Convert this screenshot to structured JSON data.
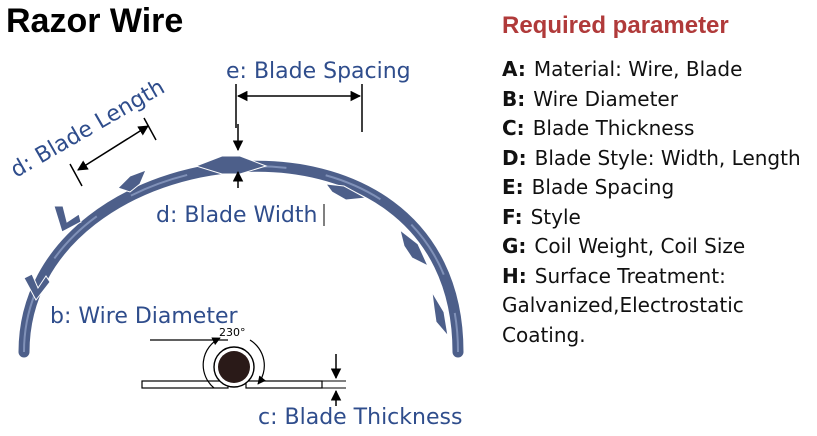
{
  "title": "Razor Wire",
  "colors": {
    "title_accent": "#b03a3a",
    "wire": "#4d5f8a",
    "label": "#2f4d8c",
    "core": "#2a1a18"
  },
  "parameters": {
    "heading": "Required parameter",
    "items": [
      {
        "key": "A:",
        "text": "Material: Wire, Blade"
      },
      {
        "key": "B:",
        "text": "Wire Diameter"
      },
      {
        "key": "C:",
        "text": "Blade Thickness"
      },
      {
        "key": "D:",
        "text": "Blade Style: Width, Length"
      },
      {
        "key": "E:",
        "text": "Blade Spacing"
      },
      {
        "key": "F:",
        "text": "Style"
      },
      {
        "key": "G:",
        "text": "Coil Weight, Coil Size"
      },
      {
        "key": "H:",
        "text": "Surface Treatment:"
      }
    ],
    "continuation": [
      "Galvanized,Electrostatic",
      "Coating."
    ]
  },
  "diagram": {
    "blade_spacing": "e: Blade Spacing",
    "blade_length": "d: Blade Length",
    "blade_width": "d: Blade Width",
    "wire_diameter": "b: Wire Diameter",
    "blade_thickness": "c: Blade Thickness",
    "angle": "230°"
  }
}
